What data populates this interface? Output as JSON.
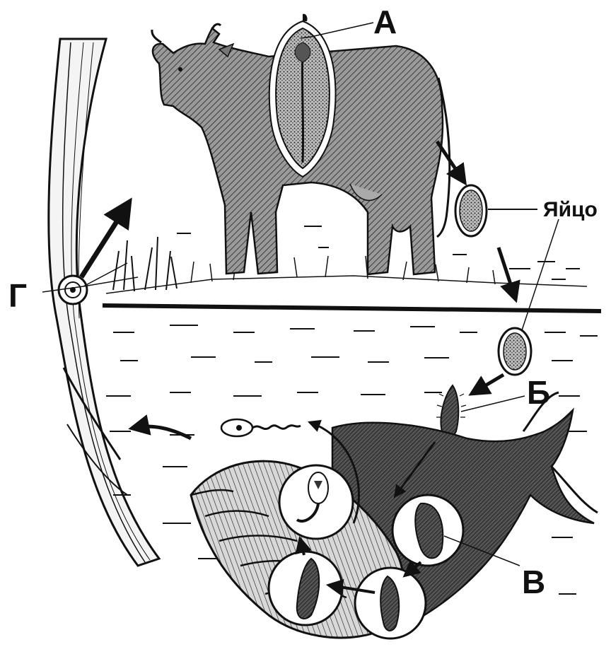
{
  "labels": {
    "a": "А",
    "b": "Б",
    "v": "В",
    "g": "Г",
    "egg": "Яйцо"
  },
  "colors": {
    "ink": "#111111",
    "paper": "#ffffff",
    "body_fill": "#8a8a8a",
    "dark_fill": "#3a3a3a",
    "water_line": "#1a1a1a"
  }
}
